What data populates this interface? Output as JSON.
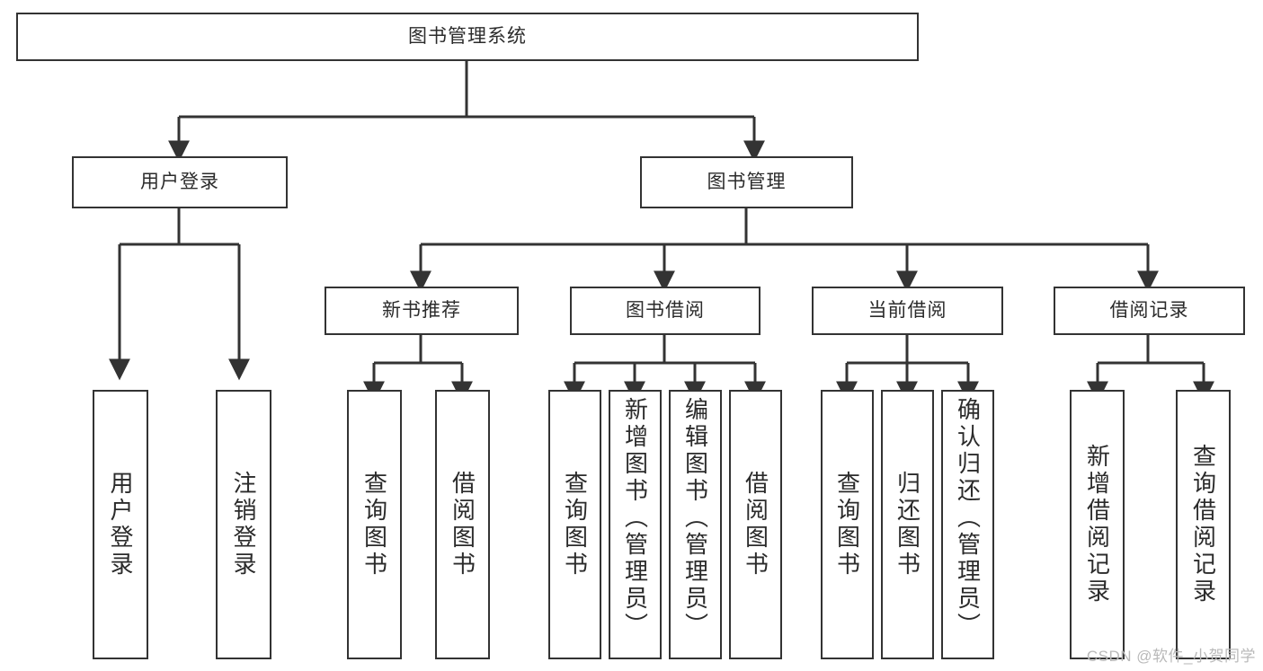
{
  "diagram": {
    "title": "图书管理系统",
    "watermark": "CSDN @软件_小贺同学",
    "colors": {
      "stroke": "#333333",
      "fill": "#ffffff",
      "text": "#2b2b2b",
      "watermark": "#b9b9b9"
    },
    "root": {
      "label": "图书管理系统"
    },
    "level2": [
      {
        "label": "用户登录"
      },
      {
        "label": "图书管理"
      }
    ],
    "level3": [
      {
        "label": "新书推荐"
      },
      {
        "label": "图书借阅"
      },
      {
        "label": "当前借阅"
      },
      {
        "label": "借阅记录"
      }
    ],
    "leaves": [
      {
        "label": "用户登录"
      },
      {
        "label": "注销登录"
      },
      {
        "label": "查询图书"
      },
      {
        "label": "借阅图书"
      },
      {
        "label": "查询图书"
      },
      {
        "label": "新增图书（管理员）"
      },
      {
        "label": "编辑图书（管理员）"
      },
      {
        "label": "借阅图书"
      },
      {
        "label": "查询图书"
      },
      {
        "label": "归还图书"
      },
      {
        "label": "确认归还（管理员）"
      },
      {
        "label": "新增借阅记录"
      },
      {
        "label": "查询借阅记录"
      }
    ]
  }
}
